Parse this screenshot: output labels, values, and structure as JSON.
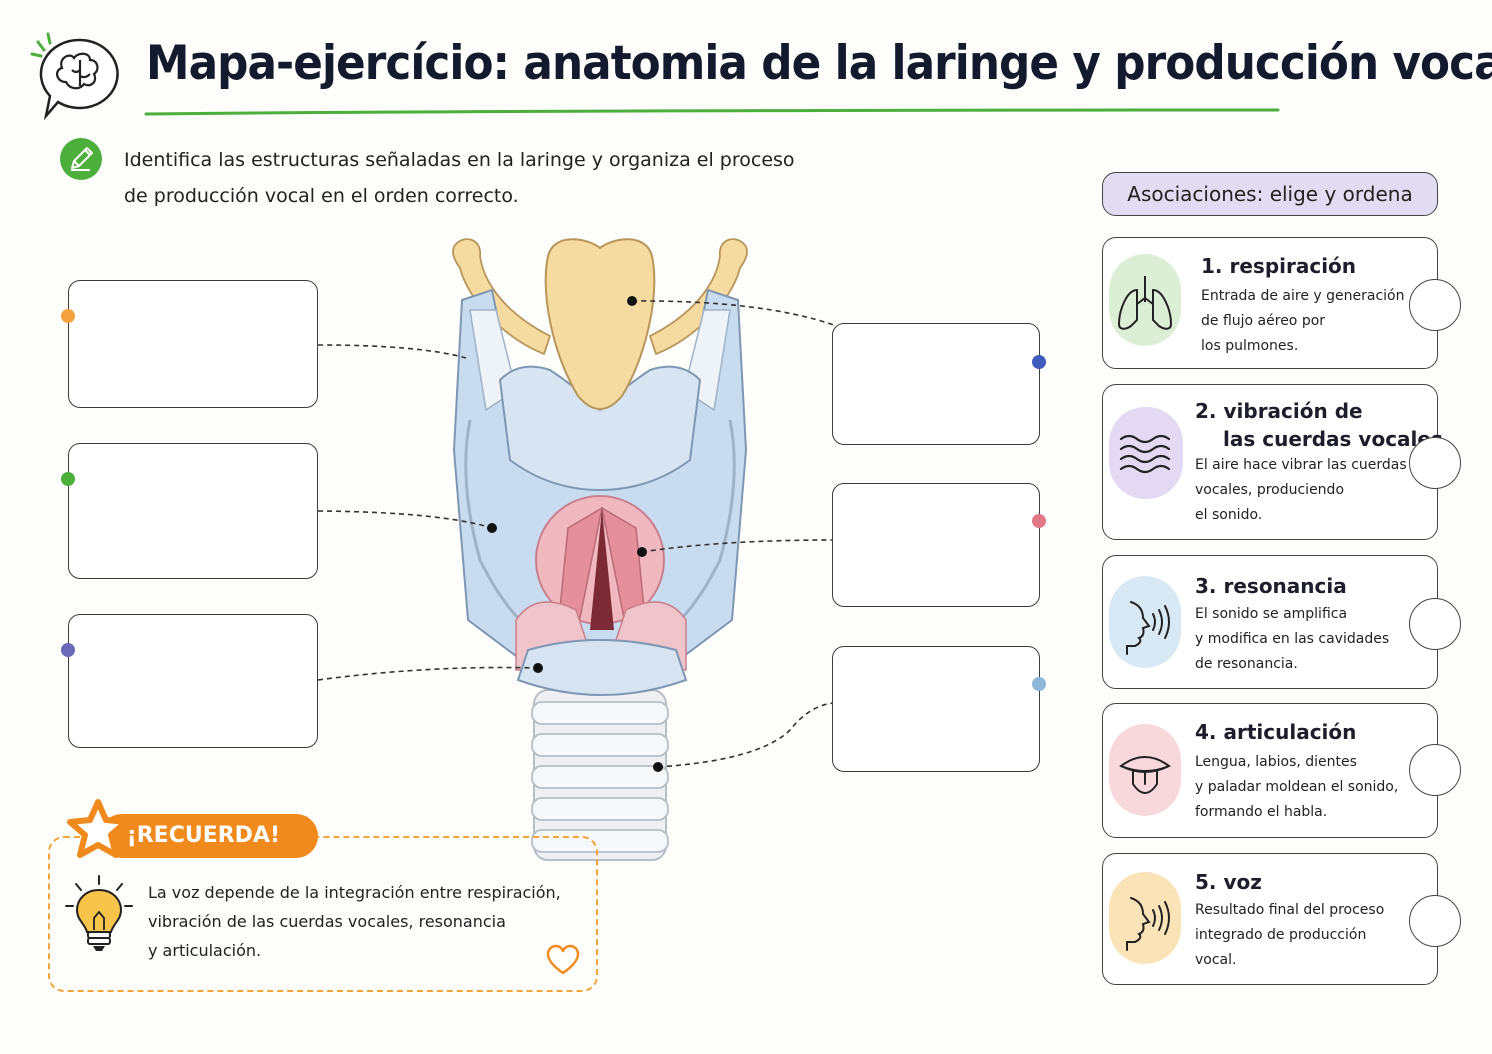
{
  "header": {
    "title": "Mapa-ejercício: anatomia de la laringe y producción vocal",
    "logo_icon": "brain-speech-bubble-icon",
    "accent_color": "#4caf3c"
  },
  "instruction": {
    "icon": "pencil-icon",
    "text_line1": "Identifica las estructuras señaladas en la laringe y organiza el proceso",
    "text_line2": "de producción vocal en el orden correcto."
  },
  "diagram": {
    "label_boxes_left": [
      {
        "dot_color": "#f4a23e",
        "value": ""
      },
      {
        "dot_color": "#4caf3c",
        "value": ""
      },
      {
        "dot_color": "#6a68b8",
        "value": ""
      }
    ],
    "label_boxes_right": [
      {
        "dot_color": "#3e5bbd",
        "value": ""
      },
      {
        "dot_color": "#e27785",
        "value": ""
      },
      {
        "dot_color": "#8eb6d8",
        "value": ""
      }
    ]
  },
  "associations": {
    "heading": "Asociaciones: elige y ordena",
    "items": [
      {
        "number": "1.",
        "title_line1": "respiración",
        "title_line2": "",
        "desc_lines": [
          "Entrada de aire y generación",
          "de flujo aéreo por",
          "los pulmones."
        ],
        "icon": "lungs-icon",
        "icon_bg": "#dcefd6"
      },
      {
        "number": "2.",
        "title_line1": "vibración de",
        "title_line2": "las cuerdas vocales",
        "desc_lines": [
          "El aire hace vibrar las cuerdas",
          "vocales, produciendo",
          "el sonido."
        ],
        "icon": "vibration-waves-icon",
        "icon_bg": "#e3d9f3"
      },
      {
        "number": "3.",
        "title_line1": "resonancia",
        "title_line2": "",
        "desc_lines": [
          "El sonido se amplifica",
          "y modifica en las cavidades",
          "de resonancia."
        ],
        "icon": "speaking-head-icon",
        "icon_bg": "#d8e8f5"
      },
      {
        "number": "4.",
        "title_line1": "articulación",
        "title_line2": "",
        "desc_lines": [
          "Lengua, labios, dientes",
          "y paladar moldean el sonido,",
          "formando el habla."
        ],
        "icon": "mouth-tongue-icon",
        "icon_bg": "#f9d8dc"
      },
      {
        "number": "5.",
        "title_line1": "voz",
        "title_line2": "",
        "desc_lines": [
          "Resultado final del proceso",
          "integrado de producción",
          "vocal."
        ],
        "icon": "voice-head-icon",
        "icon_bg": "#fbe3b8"
      }
    ]
  },
  "reminder": {
    "tag": "¡RECUERDA!",
    "text_lines": [
      "La voz depende de la integración entre respiración,",
      "vibración de las cuerdas vocales, resonancia",
      "y articulación."
    ],
    "icons": [
      "star-icon",
      "lightbulb-icon",
      "heart-icon"
    ],
    "tag_color": "#f08a1c"
  }
}
